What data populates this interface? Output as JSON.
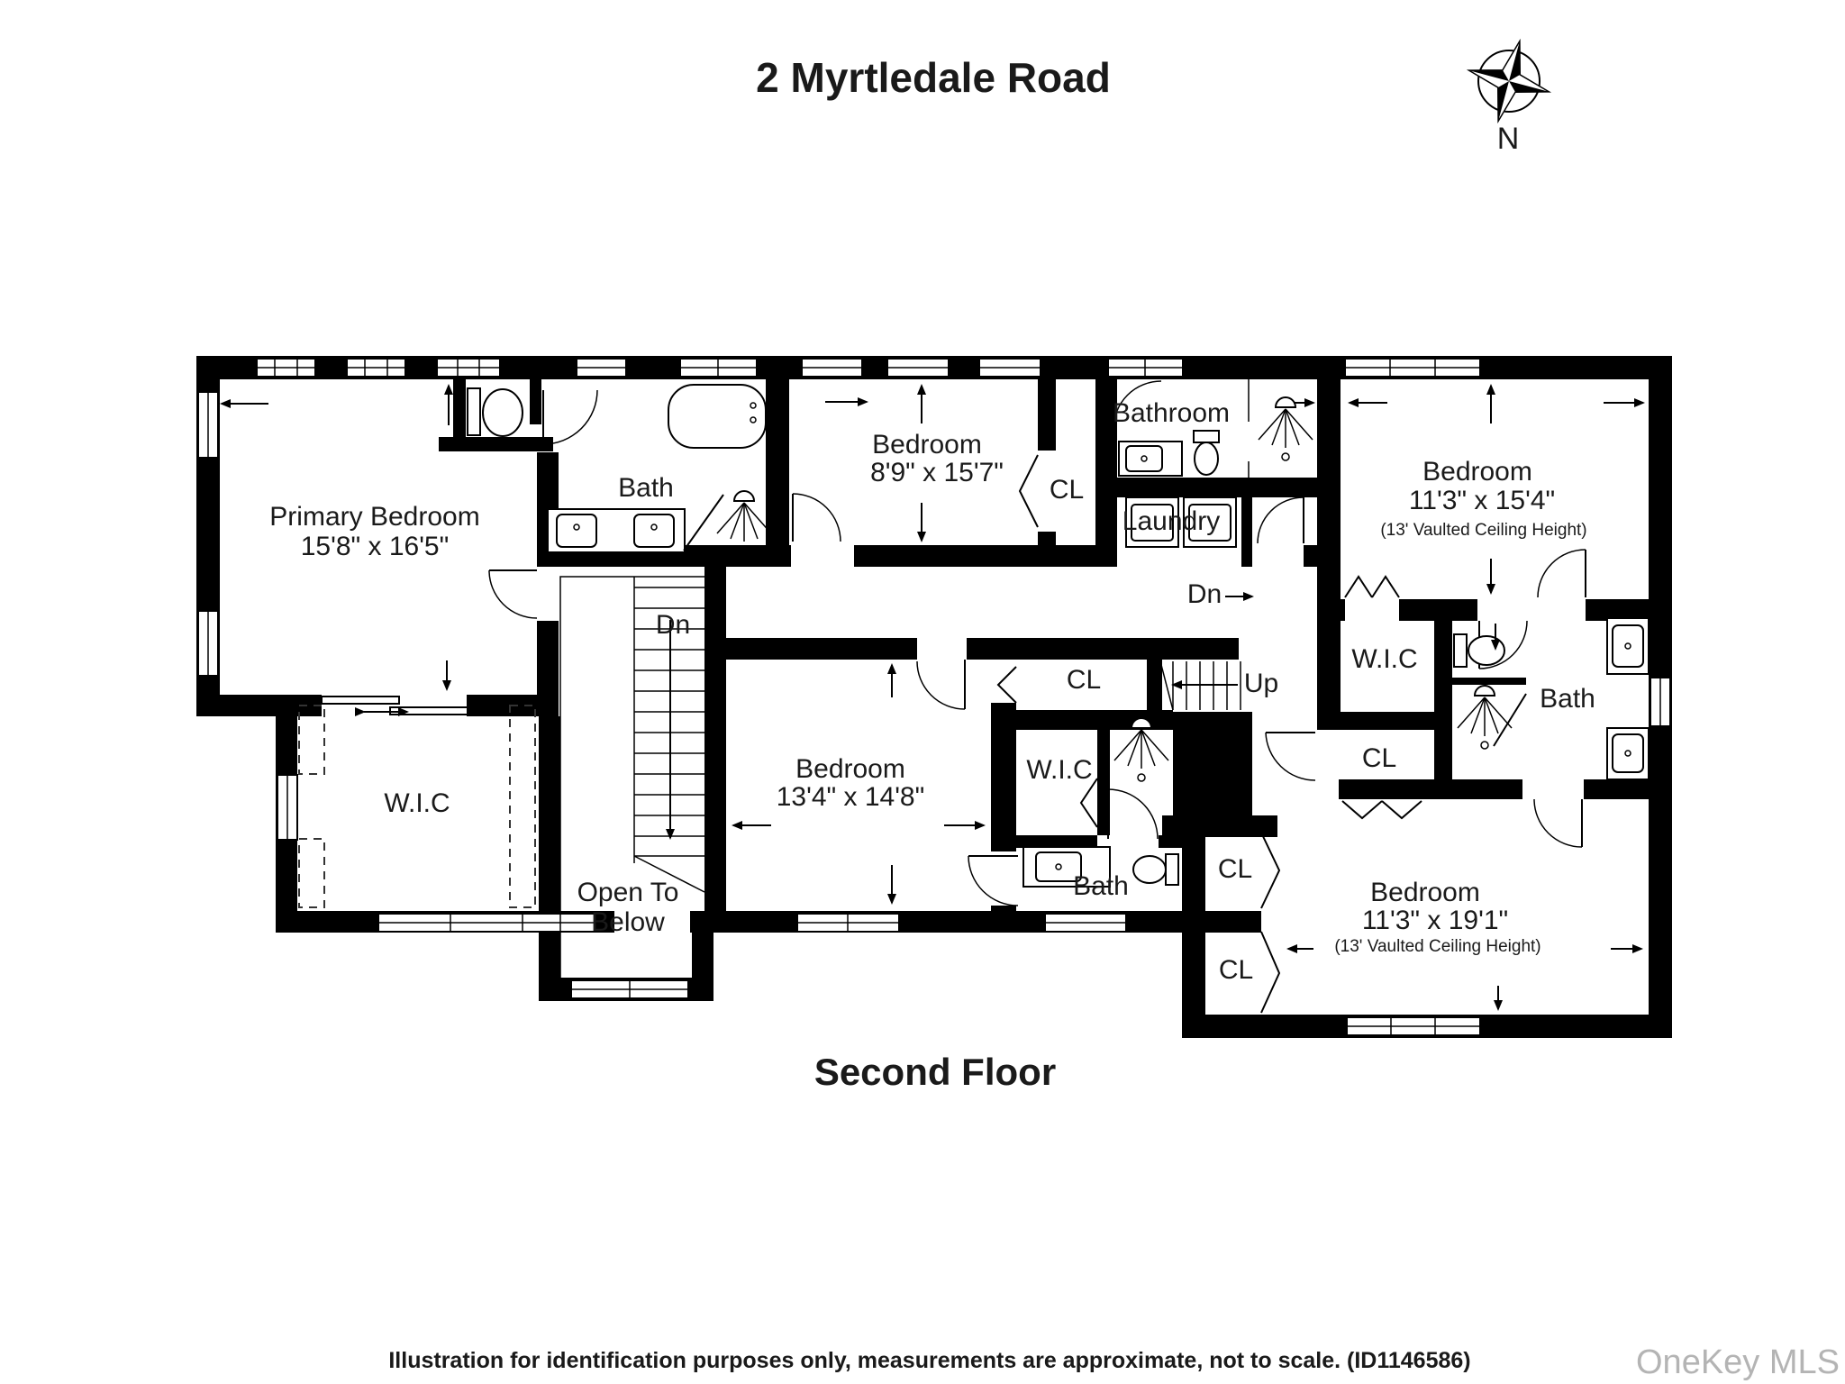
{
  "title": "2 Myrtledale Road",
  "compass": {
    "label": "N"
  },
  "rooms": {
    "primary_bedroom": {
      "name": "Primary Bedroom",
      "dims": "15'8\" x 16'5\""
    },
    "primary_bath": {
      "name": "Bath"
    },
    "bedroom_2": {
      "name": "Bedroom",
      "dims": "8'9\" x 15'7\""
    },
    "bedroom_2_closet": {
      "name": "CL"
    },
    "bathroom": {
      "name": "Bathroom"
    },
    "laundry": {
      "name": "Laundry"
    },
    "bedroom_3": {
      "name": "Bedroom",
      "dims": "11'3\" x 15'4\"",
      "note": "(13' Vaulted Ceiling Height)"
    },
    "wic_right": {
      "name": "W.I.C"
    },
    "bath_right": {
      "name": "Bath"
    },
    "closet_right": {
      "name": "CL"
    },
    "hall_closet": {
      "name": "CL"
    },
    "wic_middle": {
      "name": "W.I.C"
    },
    "bedroom_4": {
      "name": "Bedroom",
      "dims": "13'4\" x 14'8\""
    },
    "wic_left": {
      "name": "W.I.C"
    },
    "open_to_below": {
      "line1": "Open To",
      "line2": "Below"
    },
    "bath_bottom": {
      "name": "Bath"
    },
    "closet_a": {
      "name": "CL"
    },
    "closet_b": {
      "name": "CL"
    },
    "bedroom_5": {
      "name": "Bedroom",
      "dims": "11'3\" x 19'1\"",
      "note": "(13' Vaulted Ceiling Height)"
    }
  },
  "stairs": {
    "down_main": "Dn",
    "down_hall": "Dn",
    "up": "Up"
  },
  "floor_label": "Second Floor",
  "disclaimer": "Illustration for identification purposes only, measurements are approximate, not to scale. (ID1146586)",
  "watermark": "OneKey MLS"
}
